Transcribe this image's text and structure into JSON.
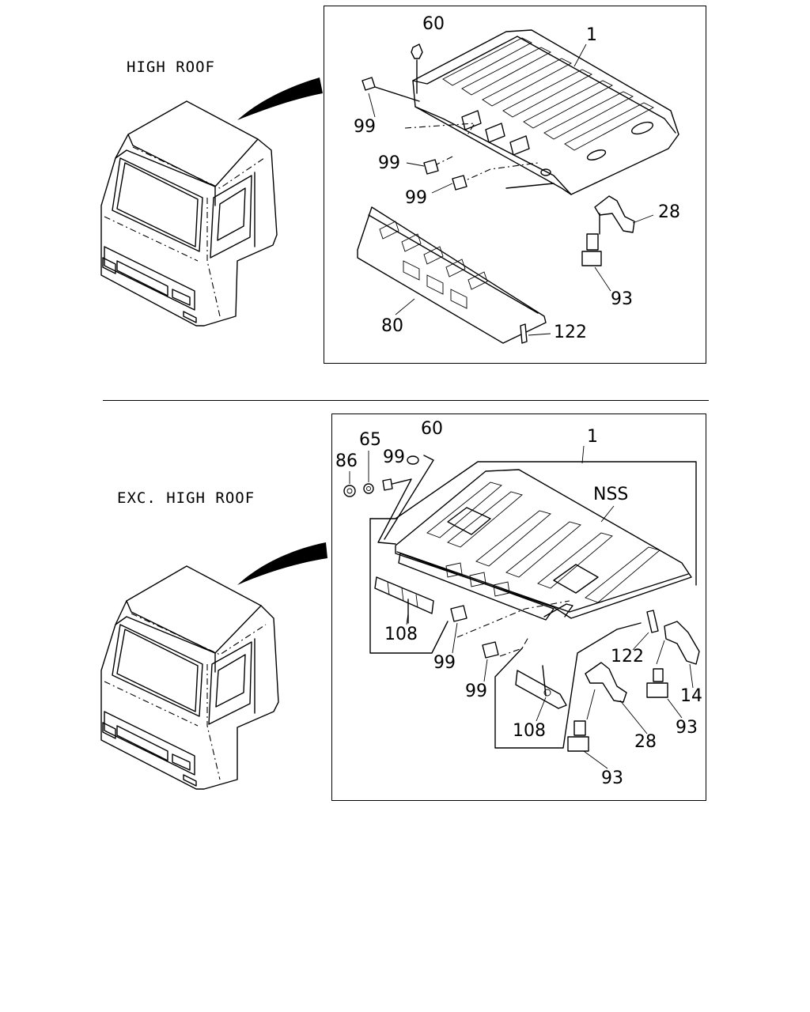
{
  "sections": [
    {
      "label": "HIGH ROOF",
      "callouts": [
        "60",
        "1",
        "99",
        "99",
        "99",
        "28",
        "93",
        "80",
        "122"
      ]
    },
    {
      "label": "EXC. HIGH ROOF",
      "callouts": [
        "60",
        "65",
        "86",
        "99",
        "1",
        "NSS",
        "108",
        "99",
        "99",
        "122",
        "14",
        "93",
        "108",
        "28",
        "93"
      ]
    }
  ]
}
